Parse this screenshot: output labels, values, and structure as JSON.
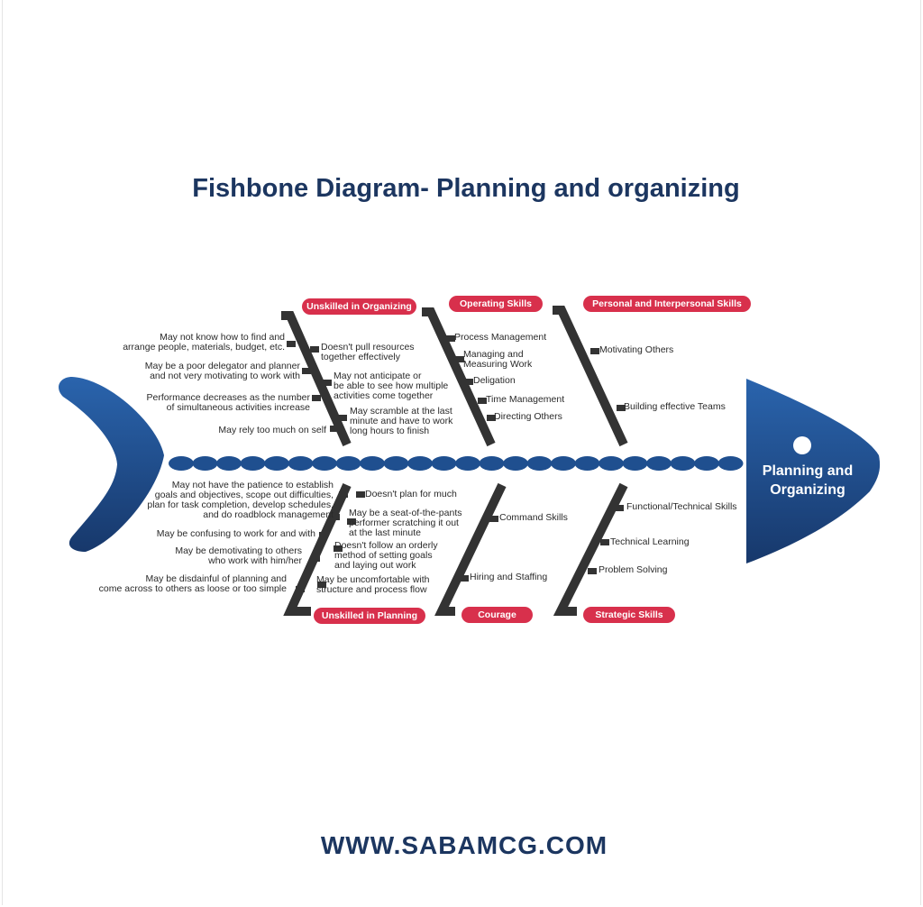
{
  "title": "Fishbone Diagram- Planning and organizing",
  "footer": "WWW.SABAMCG.COM",
  "effect": "Planning and Organizing",
  "colors": {
    "navy": "#1c3660",
    "blue": "#1f4f8f",
    "label": "#d8304c",
    "bone": "#333333"
  },
  "categories": {
    "unskilled_organizing": {
      "label": "Unskilled in Organizing",
      "left": [
        "May not know how to find and\narrange people, materials, budget, etc.",
        "May be a poor delegator and planner\nand not very motivating to work with",
        "Performance decreases as the number\nof simultaneous activities increase",
        "May rely too much on self"
      ],
      "right": [
        "Doesn't pull resources\ntogether effectively",
        "May not anticipate or\nbe able to see how multiple\nactivities come together",
        "May scramble at the last\nminute and have to work\nlong hours to finish"
      ]
    },
    "operating_skills": {
      "label": "Operating Skills",
      "items": [
        "Process Management",
        "Managing and\nMeasuring Work",
        "Deligation",
        "Time Management",
        "Directing Others"
      ]
    },
    "personal_skills": {
      "label": "Personal and Interpersonal Skills",
      "items": [
        "Motivating Others",
        "Building effective Teams"
      ]
    },
    "unskilled_planning": {
      "label": "Unskilled in Planning",
      "left": [
        "May not have the patience to establish\ngoals and objectives, scope out difficulties,\nplan for task completion, develop schedules,\nand do roadblock management",
        "May be confusing to work for and with",
        "May be demotivating to others\nwho work with him/her",
        "May be disdainful of planning and\ncome across to others as loose or too simple"
      ],
      "right": [
        "Doesn't plan for much",
        "May be a seat-of-the-pants\nperformer scratching it out\nat the last minute",
        "Doesn't follow an orderly\nmethod of setting goals\nand laying out work",
        "May be uncomfortable with\nstructure and process flow"
      ]
    },
    "courage": {
      "label": "Courage",
      "items": [
        "Command Skills",
        "Hiring and Staffing"
      ]
    },
    "strategic_skills": {
      "label": "Strategic Skills",
      "items": [
        "Functional/Technical Skills",
        "Technical Learning",
        "Problem Solving"
      ]
    }
  }
}
